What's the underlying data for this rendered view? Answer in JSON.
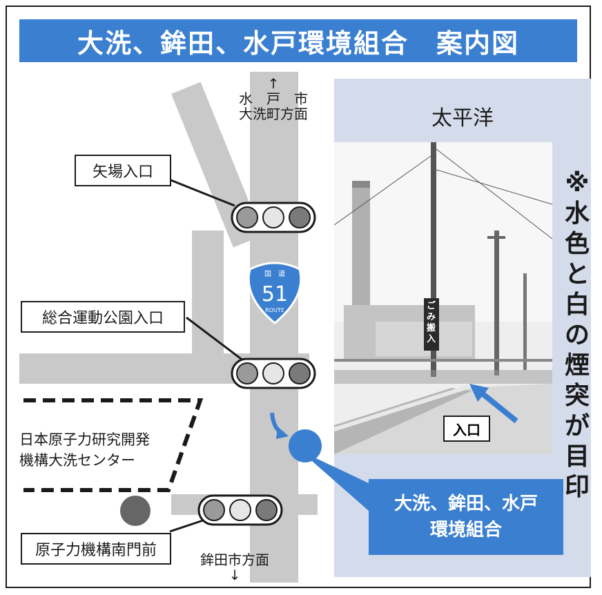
{
  "title": "大洗、鉾田、水戸環境組合　案内図",
  "ocean_label": "太平洋",
  "vertical_note": "※水色と白の煙突が目印",
  "labels": {
    "yaba_entrance": "矢場入口",
    "sports_park_entrance": "総合運動公園入口",
    "jaea_line1": "日本原子力研究開発",
    "jaea_line2": "機構大洗センター",
    "jaea_south_gate": "原子力機構南門前"
  },
  "directions": {
    "north_arrow": "↑",
    "north_line1": "水　戸　市",
    "north_line2": "大洗町方面",
    "south_text": "鉾田市方面",
    "south_arrow": "↓"
  },
  "route_shield": {
    "top_text": "国　道",
    "number": "51",
    "bottom_text": "ROUTE"
  },
  "destination": {
    "line1": "大洗、鉾田、水戸",
    "line2": "環境組合"
  },
  "photo": {
    "sign_text": "ごみ搬入",
    "entry_label": "入口"
  },
  "colors": {
    "banner": "#3a7fd0",
    "destination_marker": "#3a7fd0",
    "ocean": "#d4dcec",
    "road": "#c9c9c9",
    "landmark_circle": "#666666"
  }
}
